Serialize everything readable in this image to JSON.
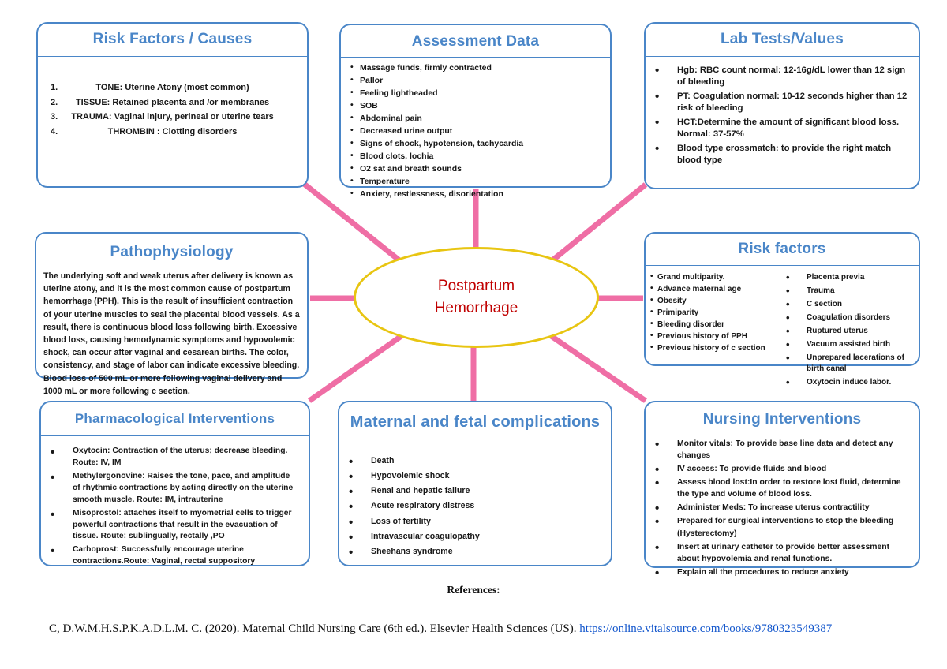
{
  "center": {
    "line1": "Postpartum",
    "line2": "Hemorrhage",
    "border_color": "#e8c511",
    "text_color": "#c00000"
  },
  "theme": {
    "box_border": "#4a86c8",
    "title_color": "#4a86c8",
    "connector_color": "#ef6ea5",
    "link_color": "#1155cc"
  },
  "nodes": {
    "risk_factors_causes": {
      "title": "Risk Factors / Causes",
      "items": [
        {
          "num": "1.",
          "text": "TONE: Uterine Atony (most common)"
        },
        {
          "num": "2.",
          "text": "TISSUE: Retained placenta and /or membranes"
        },
        {
          "num": "3.",
          "text": "TRAUMA: Vaginal injury, perineal or uterine tears"
        },
        {
          "num": "4.",
          "text": "THROMBIN : Clotting disorders"
        }
      ]
    },
    "assessment_data": {
      "title": "Assessment Data",
      "items": [
        "Massage funds, firmly contracted",
        "Pallor",
        "Feeling lightheaded",
        "SOB",
        "Abdominal pain",
        "Decreased urine output",
        "Signs of shock, hypotension, tachycardia",
        "Blood clots, lochia",
        "O2 sat and breath sounds",
        "Temperature",
        "Anxiety, restlessness, disorientation"
      ]
    },
    "lab_tests_values": {
      "title": "Lab Tests/Values",
      "items": [
        "Hgb: RBC count normal: 12-16g/dL lower than 12 sign of bleeding",
        "PT: Coagulation normal: 10-12 seconds higher than 12 risk of bleeding",
        "HCT:Determine the amount of significant blood loss. Normal: 37-57%",
        "Blood type crossmatch: to provide the right match blood type"
      ]
    },
    "pathophysiology": {
      "title": "Pathophysiology",
      "text": "The underlying soft and weak uterus after delivery is known as uterine atony, and it is the most common cause of postpartum hemorrhage (PPH). This is the result of insufficient contraction of your uterine muscles to seal the placental blood vessels. As a result, there is continuous blood loss following birth. Excessive blood loss, causing hemodynamic symptoms and hypovolemic shock, can occur after vaginal and cesarean births. The color, consistency, and stage of labor can indicate excessive bleeding. Blood loss of 500 mL or more following vaginal delivery and 1000 mL or more following c section."
    },
    "risk_factors": {
      "title": "Risk factors",
      "column_left": [
        "Grand multiparity.",
        "Advance maternal age",
        "Obesity",
        "Primiparity",
        "Bleeding disorder",
        "Previous history of PPH",
        "Previous history of c section"
      ],
      "column_right": [
        "Placenta previa",
        "Trauma",
        "C section",
        "Coagulation disorders",
        "Ruptured uterus",
        "Vacuum assisted birth",
        "Unprepared lacerations of birth canal",
        "Oxytocin induce labor."
      ]
    },
    "pharmacological_interventions": {
      "title": "Pharmacological Interventions",
      "items": [
        "Oxytocin: Contraction of the uterus; decrease bleeding. Route: IV, IM",
        "Methylergonovine: Raises the tone, pace, and amplitude of rhythmic contractions by acting directly on the uterine smooth muscle. Route: IM, intrauterine",
        "Misoprostol: attaches itself to myometrial cells to trigger powerful contractions that result in the evacuation of tissue. Route: sublingually, rectally ,PO",
        "Carboprost: Successfully encourage uterine contractions.Route: Vaginal, rectal suppository"
      ]
    },
    "maternal_fetal_complications": {
      "title": "Maternal and fetal complications",
      "items": [
        "Death",
        "Hypovolemic shock",
        "Renal and hepatic failure",
        "Acute respiratory distress",
        "Loss of fertility",
        "Intravascular coagulopathy",
        "Sheehans syndrome"
      ]
    },
    "nursing_interventions": {
      "title": "Nursing Interventions",
      "items": [
        "Monitor vitals: To provide base line data and detect any changes",
        "IV access: To provide fluids and blood",
        "Assess blood lost:In order to restore lost fluid, determine the type and volume of blood loss.",
        "Administer Meds: To increase uterus contractility",
        " Prepared for surgical interventions to stop the bleeding (Hysterectomy)",
        "Insert at urinary catheter to provide better assessment about hypovolemia and renal functions.",
        "Explain all the procedures to reduce anxiety"
      ]
    }
  },
  "references": {
    "heading": "References:",
    "citation_text": "C, D.W.M.H.S.P.K.A.D.L.M. C. (2020). Maternal Child Nursing Care (6th ed.). Elsevier Health Sciences (US). ",
    "link_part1": "https://online.vitalsource.com/books/",
    "link_part2": "9780323549387"
  }
}
